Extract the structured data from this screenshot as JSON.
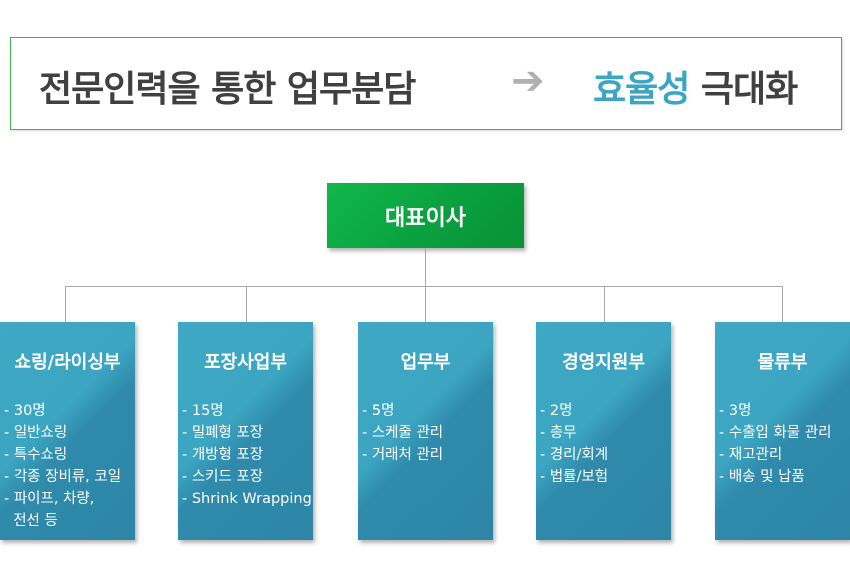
{
  "banner": {
    "left_text": "전문인력을 통한 업무분담",
    "arrow_icon": "right-arrow-icon",
    "accent_text": "효율성",
    "right_text": " 극대화",
    "accent_color": "#3aa5c4",
    "border_color": "#3cb54a"
  },
  "ceo": {
    "label": "대표이사",
    "color": "#0aa040"
  },
  "departments": [
    {
      "title": "쇼링/라이싱부",
      "items": [
        "- 30명",
        "- 일반쇼링",
        "- 특수쇼링",
        "- 각종 장비류, 코일",
        "- 파이프, 차량,",
        "  전선 등"
      ]
    },
    {
      "title": "포장사업부",
      "items": [
        "- 15명",
        "- 밀폐형 포장",
        "- 개방형 포장",
        "- 스키드 포장",
        "- Shrink Wrapping"
      ]
    },
    {
      "title": "업무부",
      "items": [
        "- 5명",
        "- 스케줄 관리",
        "- 거래처 관리"
      ]
    },
    {
      "title": "경영지원부",
      "items": [
        "- 2명",
        "- 총무",
        "- 경리/회계",
        "- 법률/보험"
      ]
    },
    {
      "title": "물류부",
      "items": [
        "- 3명",
        "- 수출입 화물 관리",
        "- 재고관리",
        "- 배송 및 납품"
      ]
    }
  ]
}
